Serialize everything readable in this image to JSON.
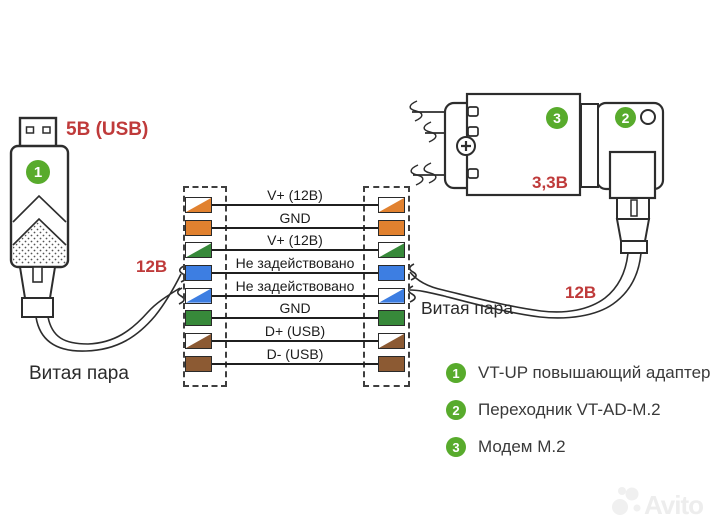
{
  "usb_adapter": {
    "badge": "1",
    "voltage_label": "5В (USB)",
    "cable_voltage_label": "12В",
    "cable_label": "Витая пара"
  },
  "right_side": {
    "cable_label": "Витая пара",
    "cable_voltage_label": "12В",
    "modem_voltage_label": "3,3В",
    "modem_badge": "3",
    "adapter_badge": "2"
  },
  "wiring": {
    "rows": [
      {
        "label": "V+ (12В)",
        "color_name": "white-orange",
        "color": "#e1812f",
        "striped": true
      },
      {
        "label": "GND",
        "color_name": "orange",
        "color": "#e1812f",
        "striped": false
      },
      {
        "label": "V+ (12В)",
        "color_name": "white-green",
        "color": "#37893a",
        "striped": true
      },
      {
        "label": "Не задействовано",
        "color_name": "blue",
        "color": "#3d7ee2",
        "striped": false
      },
      {
        "label": "Не задействовано",
        "color_name": "white-blue",
        "color": "#3d7ee2",
        "striped": true
      },
      {
        "label": "GND",
        "color_name": "green",
        "color": "#37893a",
        "striped": false
      },
      {
        "label": "D+ (USB)",
        "color_name": "white-brown",
        "color": "#8c5a33",
        "striped": true
      },
      {
        "label": "D- (USB)",
        "color_name": "brown",
        "color": "#8c5a33",
        "striped": false
      }
    ]
  },
  "legend": {
    "items": [
      {
        "num": "1",
        "label": "VT-UP повышающий адаптер"
      },
      {
        "num": "2",
        "label": "Переходник VT-AD-M.2"
      },
      {
        "num": "3",
        "label": "Модем M.2"
      }
    ]
  },
  "watermark": {
    "text": "Avito"
  },
  "colors": {
    "accent_red": "#bf3a3a",
    "badge_green": "#58ab2c",
    "outline": "#2d2d2d",
    "wire_orange": "#e1812f",
    "wire_green": "#37893a",
    "wire_blue": "#3d7ee2",
    "wire_brown": "#8c5a33"
  }
}
